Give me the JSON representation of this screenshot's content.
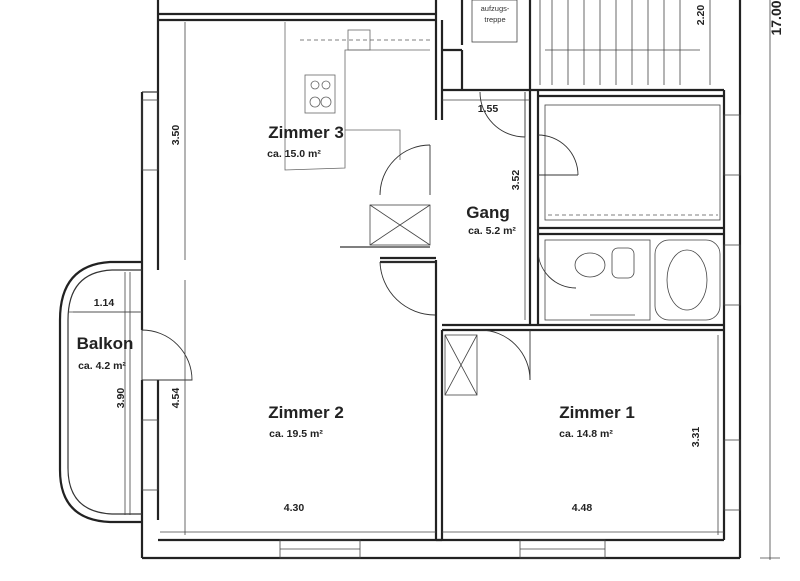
{
  "rooms": {
    "zimmer3": {
      "name": "Zimmer 3",
      "area": "ca. 15.0 m²"
    },
    "gang": {
      "name": "Gang",
      "area": "ca. 5.2 m²"
    },
    "balkon": {
      "name": "Balkon",
      "area": "ca. 4.2 m²"
    },
    "zimmer2": {
      "name": "Zimmer 2",
      "area": "ca. 19.5 m²"
    },
    "zimmer1": {
      "name": "Zimmer 1",
      "area": "ca. 14.8 m²"
    }
  },
  "dimensions": {
    "zimmer3_height": "3.50",
    "gang_width": "1.55",
    "gang_height": "3.52",
    "stair_height": "2.20",
    "overall_height": "17.00",
    "balkon_width": "1.14",
    "balkon_height": "3.90",
    "zimmer2_height": "4.54",
    "zimmer2_width": "4.30",
    "zimmer1_height": "3.31",
    "zimmer1_width": "4.48"
  },
  "stair_label": {
    "line1": "aufzugs-",
    "line2": "treppe"
  }
}
